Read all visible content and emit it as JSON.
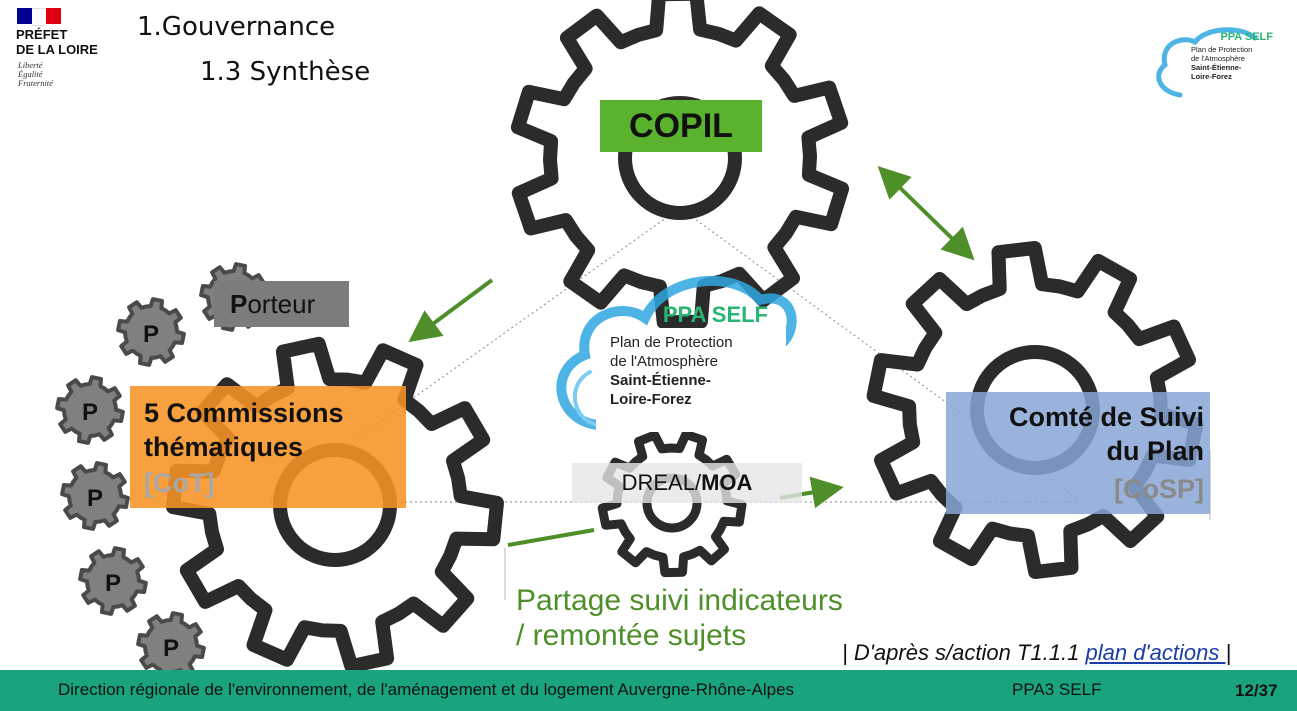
{
  "header": {
    "title_line1": "1.Gouvernance",
    "title_line2": "1.3 Synthèse",
    "prefet": {
      "name": "PRÉFET\nDE LA LOIRE",
      "motto": "Liberté\nÉgalité\nFraternité",
      "flag_colors": [
        "#000091",
        "#ffffff",
        "#e1000f"
      ]
    }
  },
  "logo_small": {
    "title": "PPA SELF",
    "line1": "Plan de Protection",
    "line2": "de l'Atmosphère",
    "line3": "Saint-Étienne-",
    "line4": "Loire-Forez"
  },
  "logo_center": {
    "title": "PPA SELF",
    "line1": "Plan de Protection",
    "line2": "de l'Atmosphère",
    "line3": "Saint-Étienne-",
    "line4": "Loire-Forez"
  },
  "diagram": {
    "copil": "COPIL",
    "commissions_title": "5 Commissions\nthématiques",
    "commissions_short": "[CoT]",
    "cosp_title": "Comté de Suivi\ndu Plan",
    "cosp_short": "[CoSP]",
    "porteur_first": "P",
    "porteur_rest": "orteur",
    "p_label": "P",
    "dreal_prefix": "DREAL/",
    "dreal_bold": "MOA",
    "partage": "Partage suivi indicateurs\n/ remontée sujets"
  },
  "source": {
    "prefix": "| D'après s/action T1.1.1 ",
    "link": "plan d'actions ",
    "suffix": "|"
  },
  "footer": {
    "org": "Direction régionale de l'environnement, de l'aménagement et du logement Auvergne-Rhône-Alpes",
    "project": "PPA3 SELF",
    "page": "12/37"
  },
  "colors": {
    "green_box": "#5ab22e",
    "orange_box": "#f79224",
    "blue_box": "#88a6d6",
    "arrow_green": "#4e8f2a",
    "footer": "#19a47e",
    "gear": "#2b2b2b",
    "cloud_blue": "#2ea7e0",
    "cloud_green": "#29b673"
  }
}
